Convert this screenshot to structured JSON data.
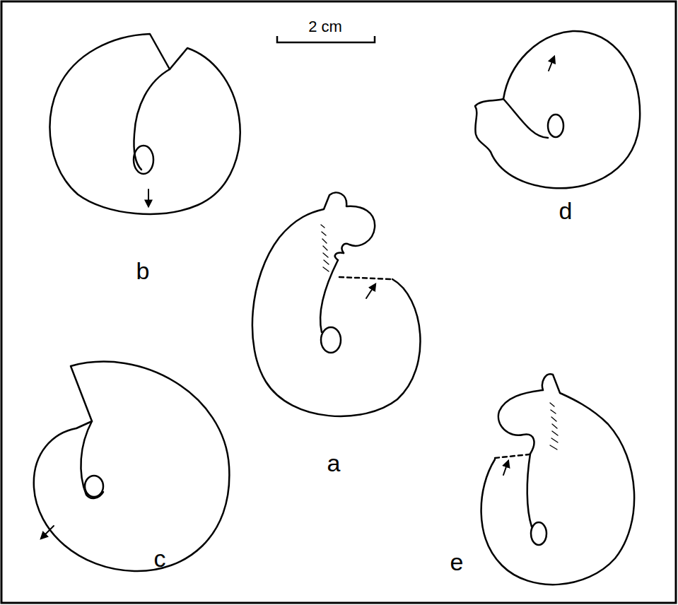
{
  "diagram": {
    "labels": [
      "2 cm",
      "b",
      "d",
      "a",
      "c",
      "e"
    ]
  }
}
